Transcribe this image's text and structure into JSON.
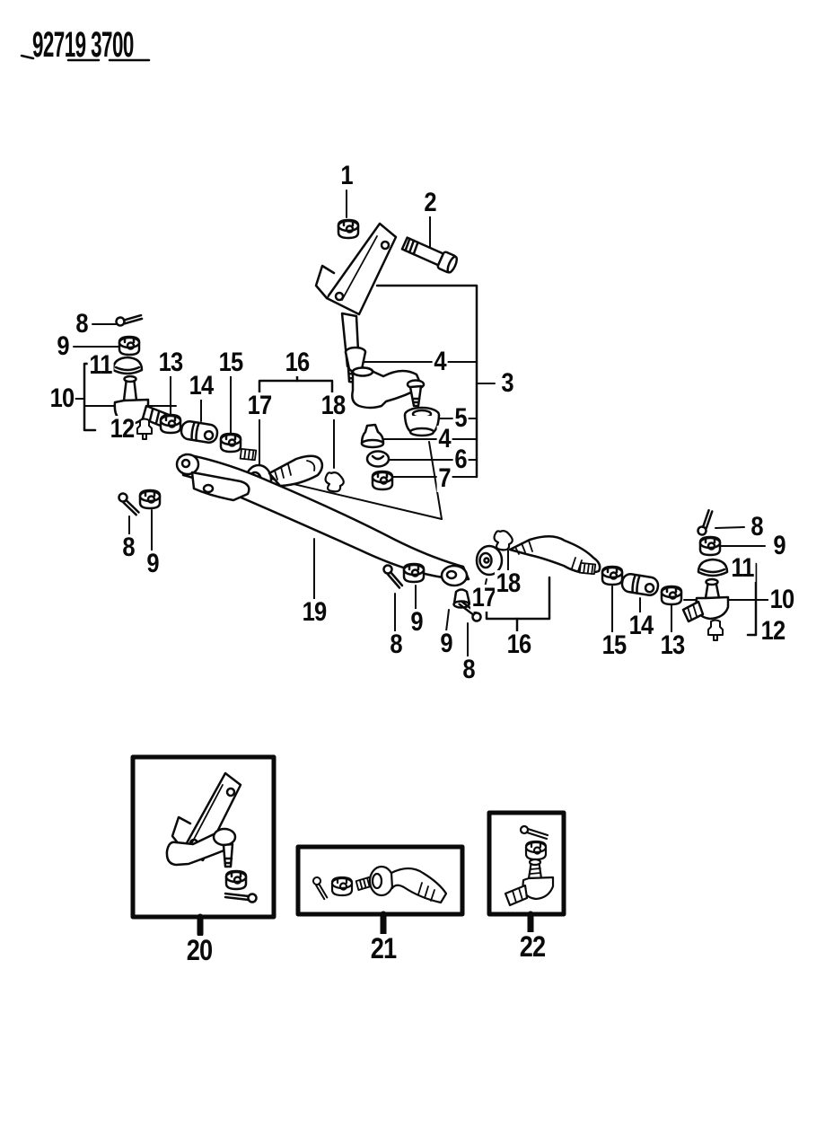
{
  "doc": {
    "part_number": "92719 3700"
  },
  "callouts": {
    "n1": "1",
    "n2": "2",
    "n3": "3",
    "n4": "4",
    "n5": "5",
    "n6": "6",
    "n7": "7",
    "n8": "8",
    "n9": "9",
    "n10": "10",
    "n11": "11",
    "n12": "12",
    "n13": "13",
    "n14": "14",
    "n15": "15",
    "n16": "16",
    "n17": "17",
    "n18": "18",
    "n19": "19",
    "n20": "20",
    "n21": "21",
    "n22": "22"
  },
  "colors": {
    "ink": "#0a0a0a",
    "paper": "#ffffff"
  }
}
